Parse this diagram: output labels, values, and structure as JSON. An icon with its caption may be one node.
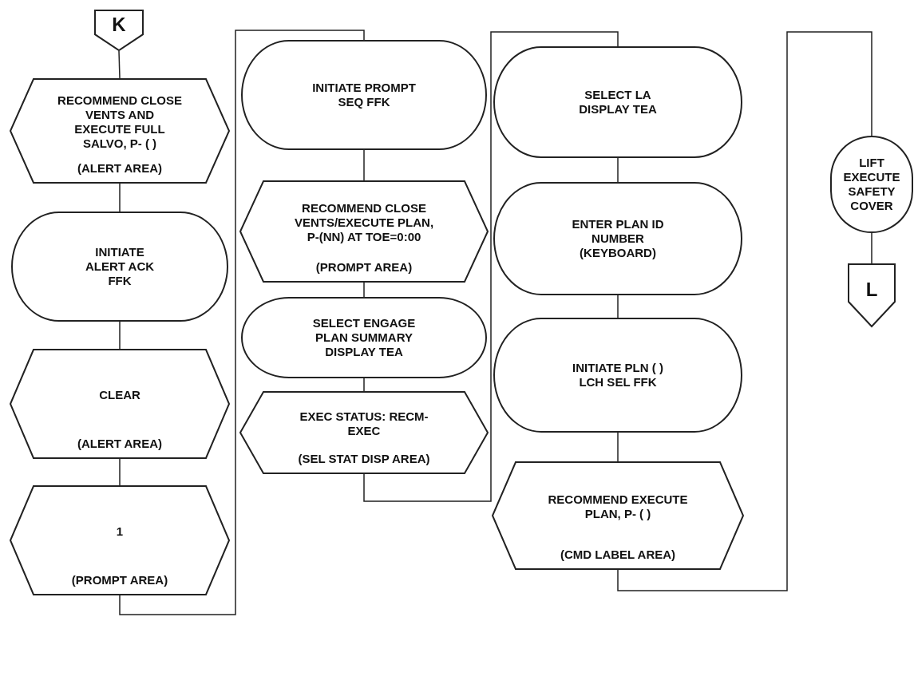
{
  "diagram": {
    "nodes": [
      {
        "text": [
          "K"
        ]
      },
      {
        "text": [
          "RECOMMEND CLOSE VENTS AND EXECUTE FULL SALVO, P- ( )",
          "(ALERT AREA)"
        ]
      },
      {
        "text": [
          "INITIATE ALERT ACK FFK"
        ]
      },
      {
        "text": [
          "CLEAR",
          "(ALERT AREA)"
        ]
      },
      {
        "text": [
          "1",
          "(PROMPT AREA)"
        ]
      },
      {
        "text": [
          "INITIATE PROMPT SEQ FFK"
        ]
      },
      {
        "text": [
          "RECOMMEND CLOSE VENTS/EXECUTE PLAN, P-(NN) AT TOE=0:00",
          "(PROMPT AREA)"
        ]
      },
      {
        "text": [
          "SELECT ENGAGE PLAN SUMMARY DISPLAY TEA"
        ]
      },
      {
        "text": [
          "EXEC STATUS: RECM-EXEC",
          "(SEL STAT DISP AREA)"
        ]
      },
      {
        "text": [
          "SELECT LA DISPLAY TEA"
        ]
      },
      {
        "text": [
          "ENTER PLAN ID NUMBER (KEYBOARD)"
        ]
      },
      {
        "text": [
          "INITIATE PLN ( ) LCH SEL FFK"
        ]
      },
      {
        "text": [
          "RECOMMEND EXECUTE PLAN, P- ( )",
          "(CMD LABEL AREA)"
        ]
      },
      {
        "text": [
          "LIFT EXECUTE SAFETY COVER"
        ]
      },
      {
        "text": [
          "L"
        ]
      }
    ],
    "edges": [
      {
        "from": 0,
        "to": 1,
        "arrow": "none"
      },
      {
        "from": 1,
        "to": 2,
        "arrow": "none"
      },
      {
        "from": 2,
        "to": 3,
        "arrow": "none"
      },
      {
        "from": 3,
        "to": 4,
        "arrow": "none"
      },
      {
        "from": 4,
        "to": 5,
        "arrow": "none"
      },
      {
        "from": 5,
        "to": 6,
        "arrow": "none"
      },
      {
        "from": 6,
        "to": 7,
        "arrow": "none"
      },
      {
        "from": 7,
        "to": 8,
        "arrow": "none"
      },
      {
        "from": 8,
        "to": 9,
        "arrow": "none"
      },
      {
        "from": 9,
        "to": 10,
        "arrow": "none"
      },
      {
        "from": 10,
        "to": 11,
        "arrow": "none"
      },
      {
        "from": 11,
        "to": 12,
        "arrow": "none"
      },
      {
        "from": 12,
        "to": 13,
        "arrow": "none"
      },
      {
        "from": 13,
        "to": 14,
        "arrow": "none"
      }
    ]
  }
}
